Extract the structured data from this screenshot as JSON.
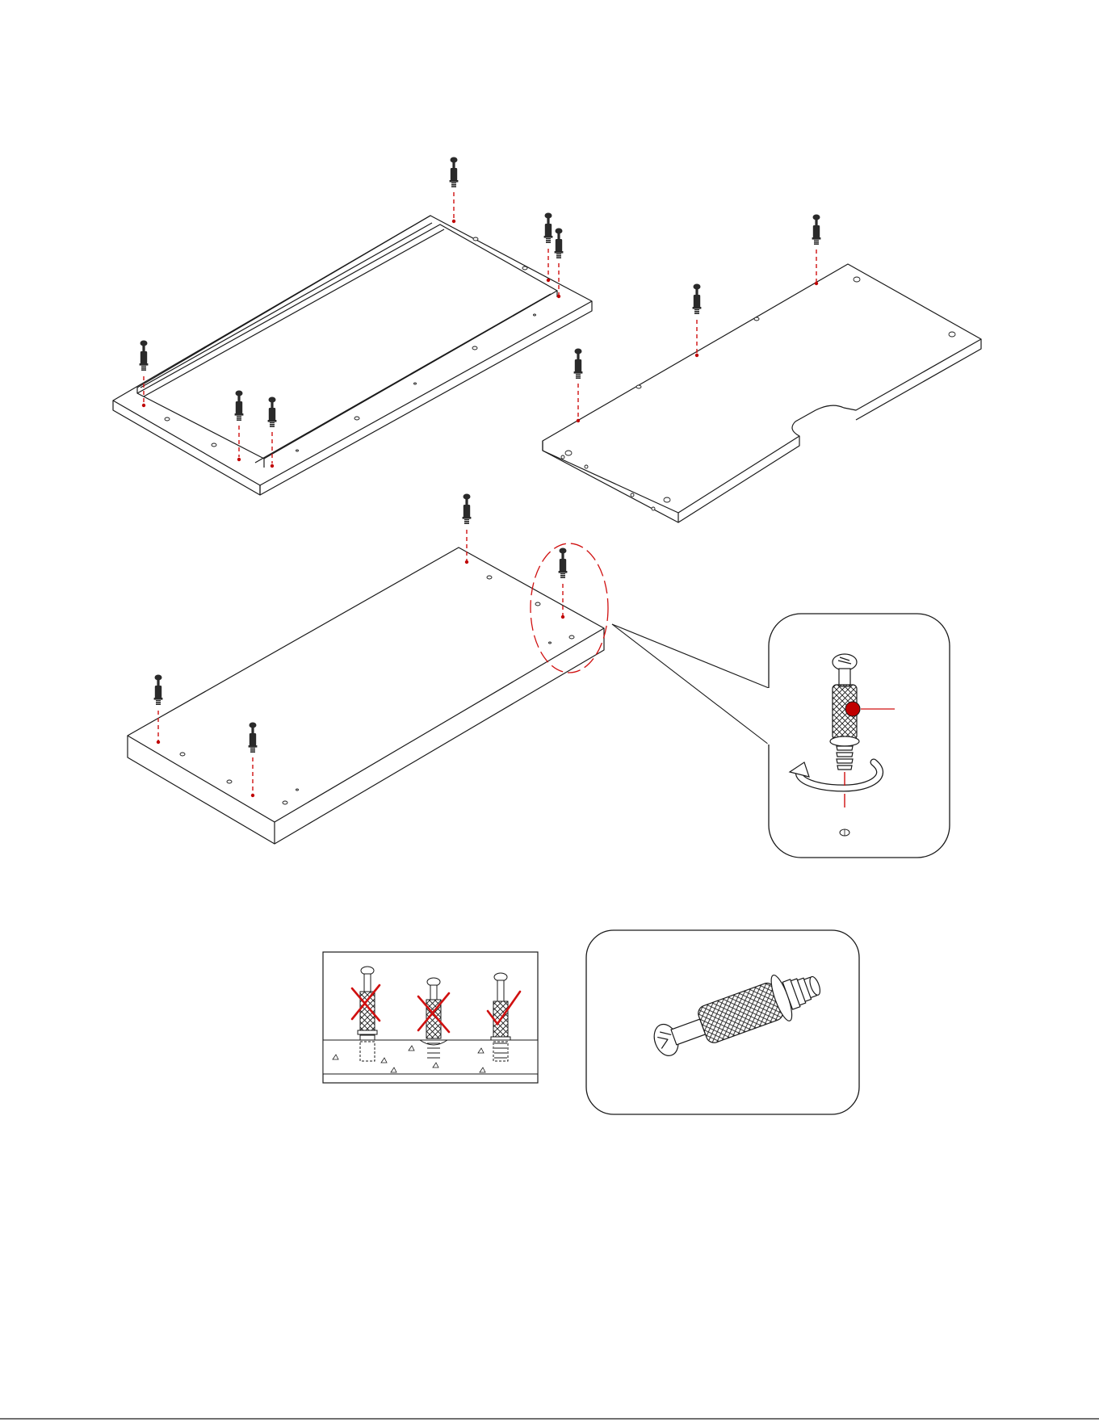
{
  "figure": {
    "panels": [
      "frame-panel-with-cam-bolts",
      "notched-panel-with-cam-bolts",
      "solid-panel-with-cam-bolts",
      "cam-bolt-detail-callout",
      "depth-guide-box",
      "cam-bolt-closeup-box"
    ]
  },
  "colors": {
    "ink": "#1a1a1a",
    "accent_red": "#d01010",
    "dot_red": "#c00000",
    "bolt_dark": "#2a2a2a",
    "background": "#ffffff"
  },
  "depth_guide": {
    "marks": [
      "cross-mark",
      "cross-mark",
      "check-mark"
    ]
  }
}
